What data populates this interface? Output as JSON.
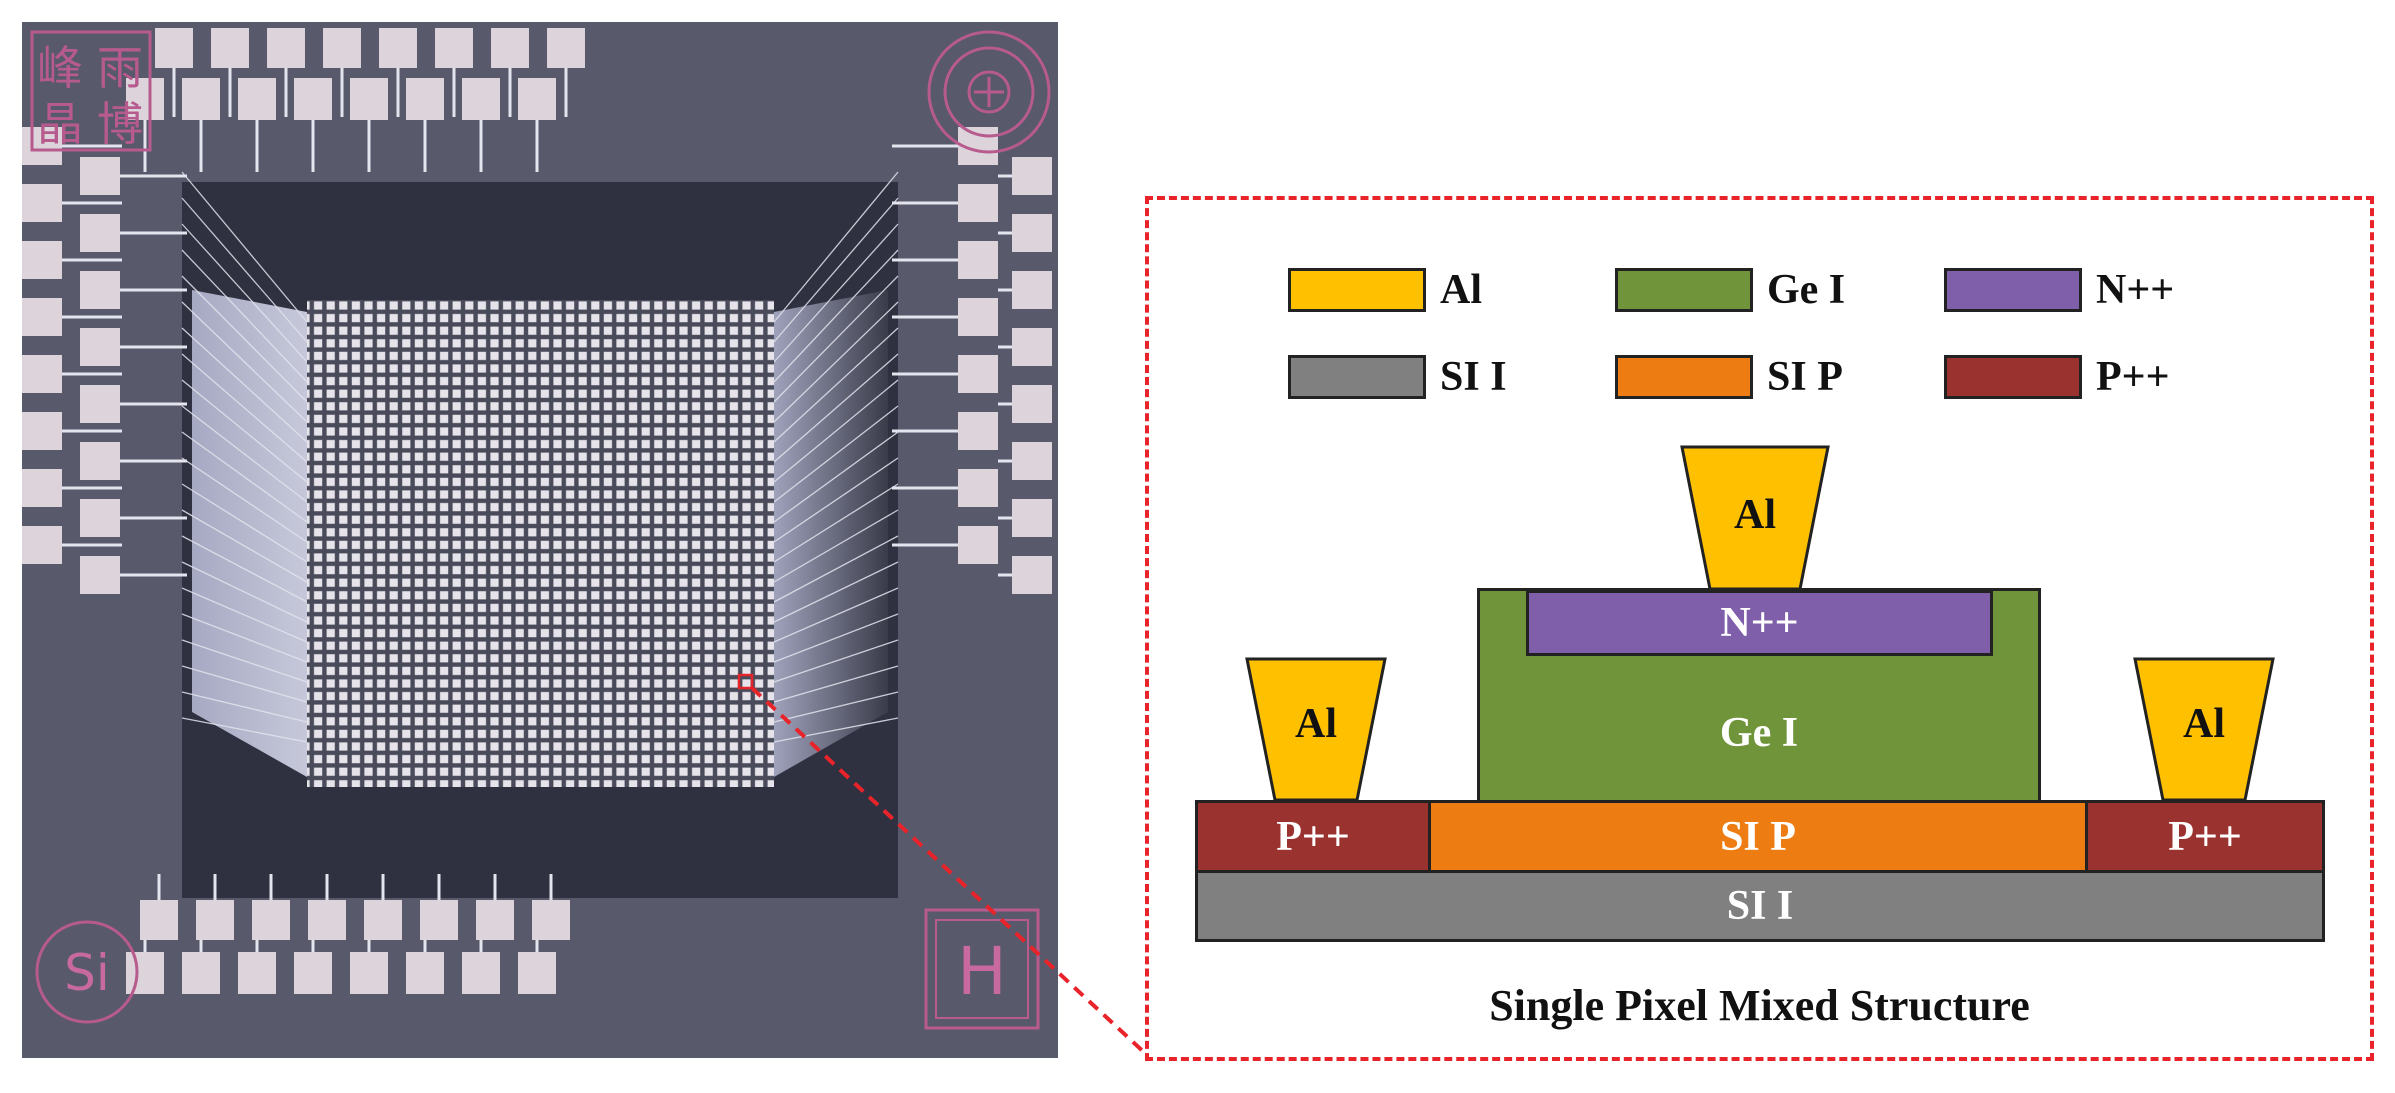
{
  "chip": {
    "stamp_text": [
      "峰",
      "雨",
      "晶",
      "博"
    ],
    "si_label": "Si",
    "h_label": "H"
  },
  "legend": {
    "items": [
      {
        "label": "Al",
        "color": "#ffc000"
      },
      {
        "label": "Ge I",
        "color": "#70943a"
      },
      {
        "label": "N++",
        "color": "#7f5fa9"
      },
      {
        "label": "SI I",
        "color": "#808080"
      },
      {
        "label": "SI P",
        "color": "#ed7d13"
      },
      {
        "label": "P++",
        "color": "#9a3330"
      }
    ]
  },
  "structure": {
    "al_center": "Al",
    "al_left": "Al",
    "al_right": "Al",
    "n_layer": "N++",
    "ge_layer": "Ge I",
    "p_left": "P++",
    "si_p": "SI P",
    "p_right": "P++",
    "si_i": "SI I"
  },
  "caption": "Single Pixel Mixed Structure",
  "colors": {
    "callout": "#e8242a",
    "chip_bg": "#58596b",
    "pad": "#dcd4da",
    "stamp": "#b75a8e"
  }
}
